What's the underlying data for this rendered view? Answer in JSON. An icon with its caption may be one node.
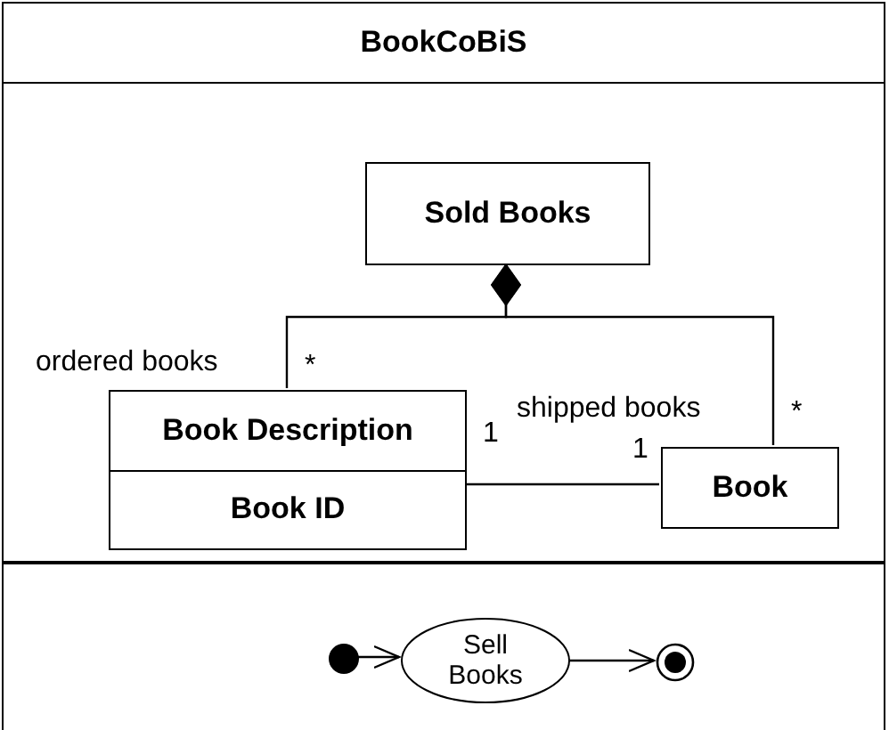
{
  "diagram": {
    "nodes": [
      {
        "text": [
          "BookCoBiS"
        ]
      },
      {
        "text": [
          "Sold Books"
        ],
        "in": 0
      },
      {
        "text": [
          "Book Description",
          "Book ID"
        ],
        "in": 0
      },
      {
        "text": [
          "Book"
        ],
        "in": 0
      },
      {
        "text": [],
        "shape": "circle",
        "in": 0
      },
      {
        "text": [
          "Sell Books"
        ],
        "in": 0
      },
      {
        "text": [],
        "shape": "bullseye",
        "in": 0
      }
    ],
    "edges": [
      {
        "from": 1,
        "to": 2,
        "arrow": "other"
      },
      {
        "from": 1,
        "to": 3,
        "arrow": "other"
      },
      {
        "from": 2,
        "to": 3,
        "arrow": "none"
      },
      {
        "from": 4,
        "to": 5,
        "arrow": "to"
      },
      {
        "from": 5,
        "to": 6,
        "arrow": "to"
      }
    ],
    "labels": [
      "ordered books",
      "*",
      "shipped books",
      "*",
      "1",
      "1"
    ]
  }
}
